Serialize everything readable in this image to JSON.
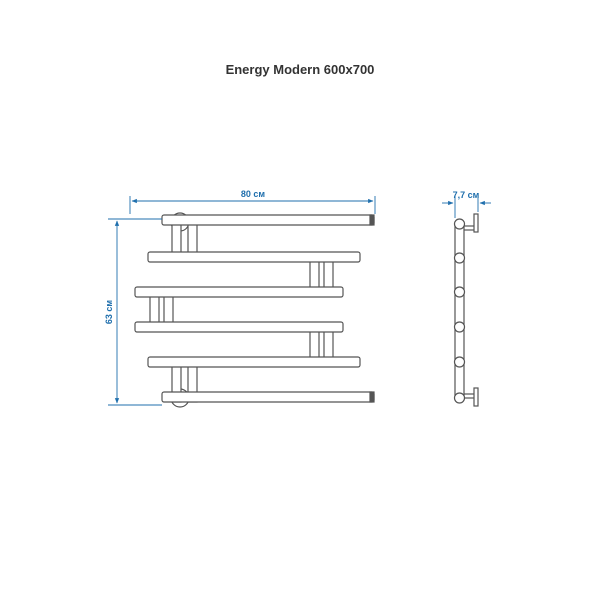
{
  "title": "Energy Modern 600x700",
  "dimensions": {
    "width_label": "80 см",
    "height_label": "63 см",
    "depth_label": "7,7 см"
  },
  "colors": {
    "line": "#555555",
    "dimension": "#1f6fad",
    "background": "#ffffff"
  }
}
